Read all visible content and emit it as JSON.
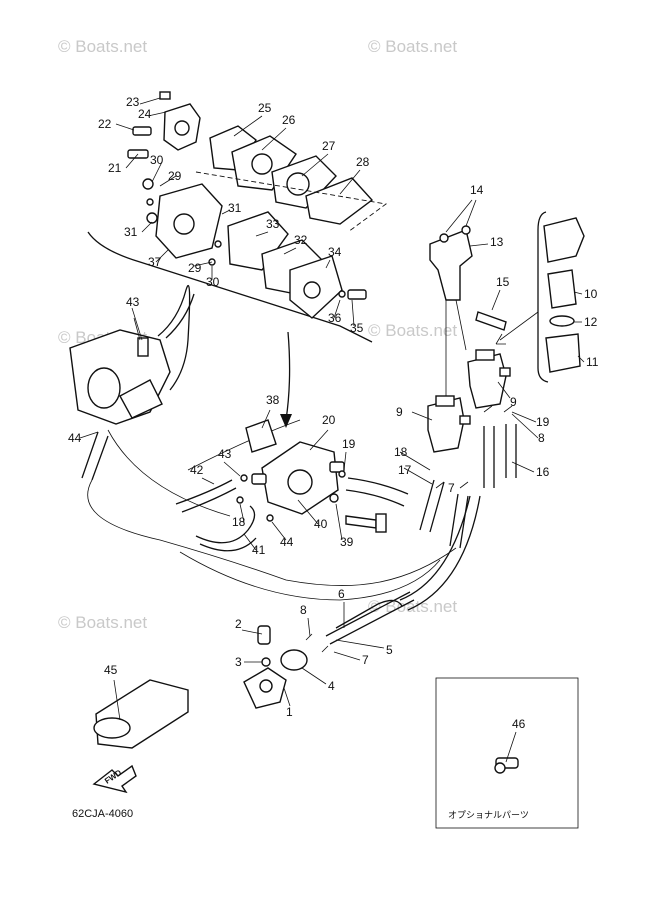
{
  "watermarks": [
    "© Boats.net",
    "© Boats.net",
    "© Boats.net",
    "© Boats.net",
    "© Boats.net",
    "© Boats.net"
  ],
  "diagram_code": "62CJA-4060",
  "optional_parts_label": "オプショナルパーツ",
  "fwd_label": "FWD",
  "callouts": [
    "1",
    "2",
    "3",
    "4",
    "5",
    "6",
    "7",
    "7",
    "8",
    "8",
    "9",
    "9",
    "10",
    "11",
    "12",
    "13",
    "14",
    "15",
    "16",
    "17",
    "18",
    "18",
    "19",
    "19",
    "20",
    "21",
    "22",
    "23",
    "24",
    "25",
    "26",
    "27",
    "28",
    "29",
    "29",
    "30",
    "30",
    "31",
    "31",
    "32",
    "33",
    "34",
    "35",
    "36",
    "37",
    "38",
    "39",
    "40",
    "41",
    "42",
    "43",
    "43",
    "44",
    "44",
    "45",
    "46"
  ]
}
